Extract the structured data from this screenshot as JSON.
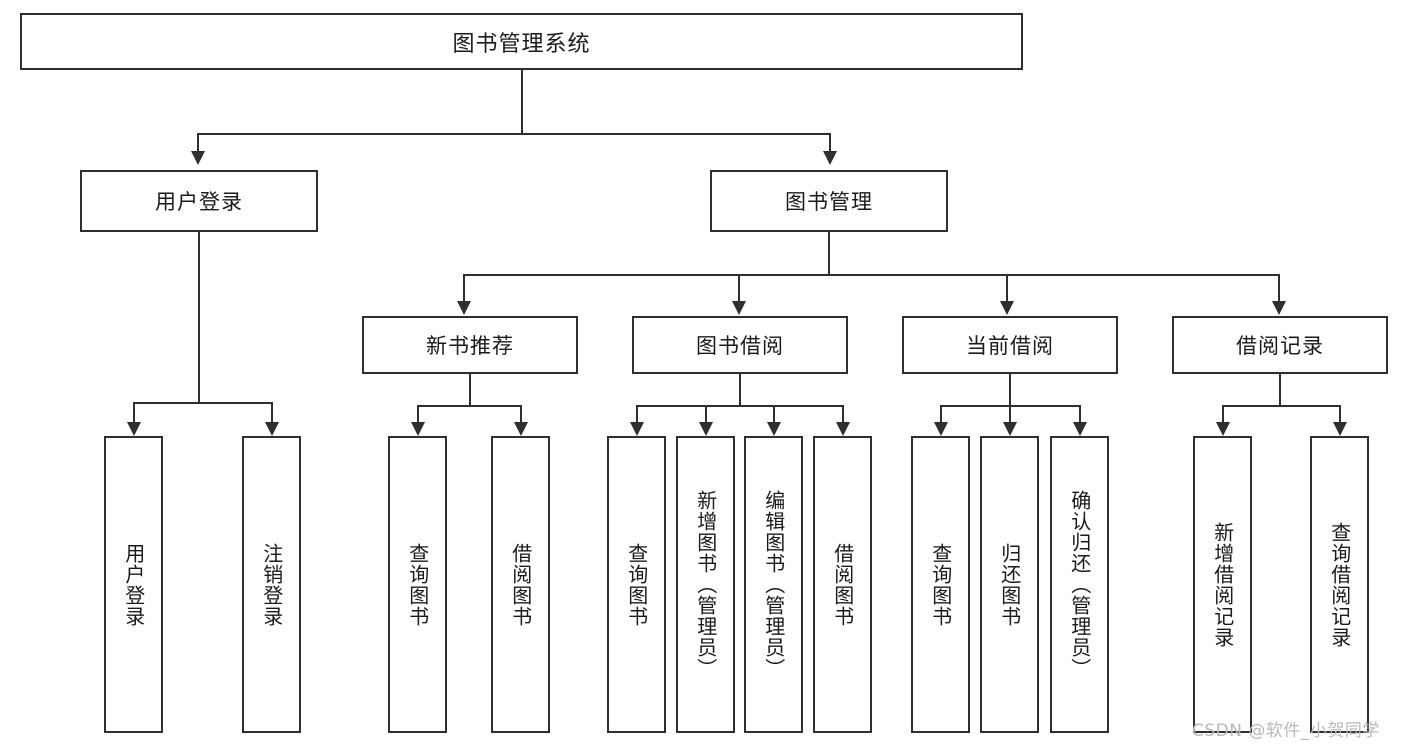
{
  "diagram": {
    "title": "图书管理系统",
    "root": {
      "label": "图书管理系统"
    },
    "level2": [
      {
        "label": "用户登录"
      },
      {
        "label": "图书管理"
      }
    ],
    "level3": [
      {
        "label": "新书推荐"
      },
      {
        "label": "图书借阅"
      },
      {
        "label": "当前借阅"
      },
      {
        "label": "借阅记录"
      }
    ],
    "leaves": {
      "user_login": [
        {
          "label": "用户登录"
        },
        {
          "label": "注销登录"
        }
      ],
      "new_book_recommend": [
        {
          "label": "查询图书"
        },
        {
          "label": "借阅图书"
        }
      ],
      "book_borrow": [
        {
          "label": "查询图书"
        },
        {
          "label": "新增图书（管理员）"
        },
        {
          "label": "编辑图书（管理员）"
        },
        {
          "label": "借阅图书"
        }
      ],
      "current_borrow": [
        {
          "label": "查询图书"
        },
        {
          "label": "归还图书"
        },
        {
          "label": "确认归还（管理员）"
        }
      ],
      "borrow_record": [
        {
          "label": "新增借阅记录"
        },
        {
          "label": "查询借阅记录"
        }
      ]
    }
  },
  "watermark": {
    "text": "CSDN @软件_小贺同学"
  },
  "colors": {
    "stroke": "#2f2f2f",
    "text": "#1a1a1a",
    "background": "#ffffff",
    "watermark": "#b9b9b9"
  }
}
